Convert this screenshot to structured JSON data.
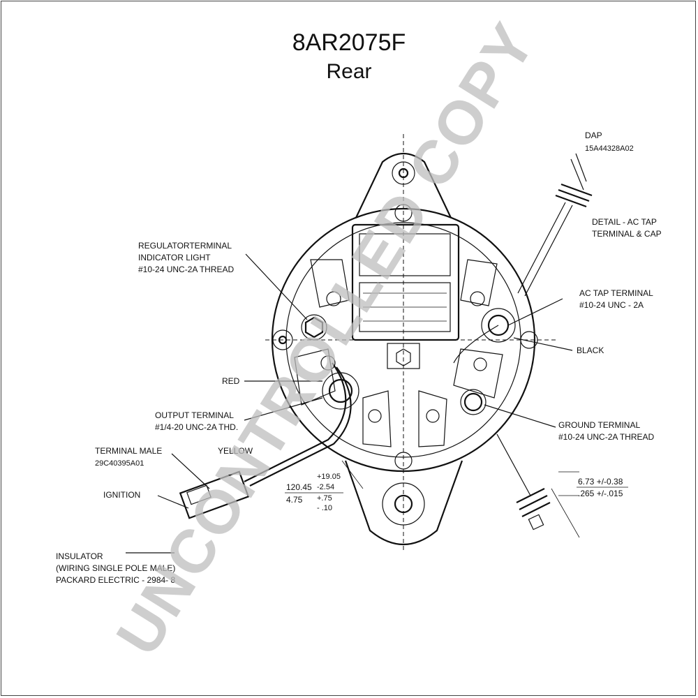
{
  "title": "8AR2075F",
  "subtitle": "Rear",
  "watermark": "UNCONTROLLED COPY",
  "labels": {
    "dap_title": "DAP",
    "dap_part": "15A44328A02",
    "detail_line1": "DETAIL - AC TAP",
    "detail_line2": "TERMINAL & CAP",
    "reg_line1": "REGULATORTERMINAL",
    "reg_line2": "INDICATOR LIGHT",
    "reg_line3": "#10-24 UNC-2A THREAD",
    "actap_line1": "AC TAP TERMINAL",
    "actap_line2": "#10-24 UNC - 2A",
    "black": "BLACK",
    "red": "RED",
    "output_line1": "OUTPUT TERMINAL",
    "output_line2": "#1/4-20 UNC-2A THD.",
    "ground_line1": "GROUND TERMINAL",
    "ground_line2": "#10-24 UNC-2A THREAD",
    "terminal_male_line1": "TERMINAL MALE",
    "terminal_male_line2": "29C40395A01",
    "yellow": "YELLOW",
    "ignition": "IGNITION",
    "insulator_line1": "INSULATOR",
    "insulator_line2": "(WIRING SINGLE POLE MALE)",
    "insulator_line3": "PACKARD ELECTRIC - 2984- 8"
  },
  "dimensions": {
    "tol_plus_top": "+19.05",
    "tol_minus_top": "-2.54",
    "nominal_mm": "120.45",
    "nominal_in": "4.75",
    "tol_plus_bottom": "+.75",
    "tol_minus_bottom": "- .10",
    "stud_mm": "6.73 +/-0.38",
    "stud_in": ".265 +/-.015"
  }
}
